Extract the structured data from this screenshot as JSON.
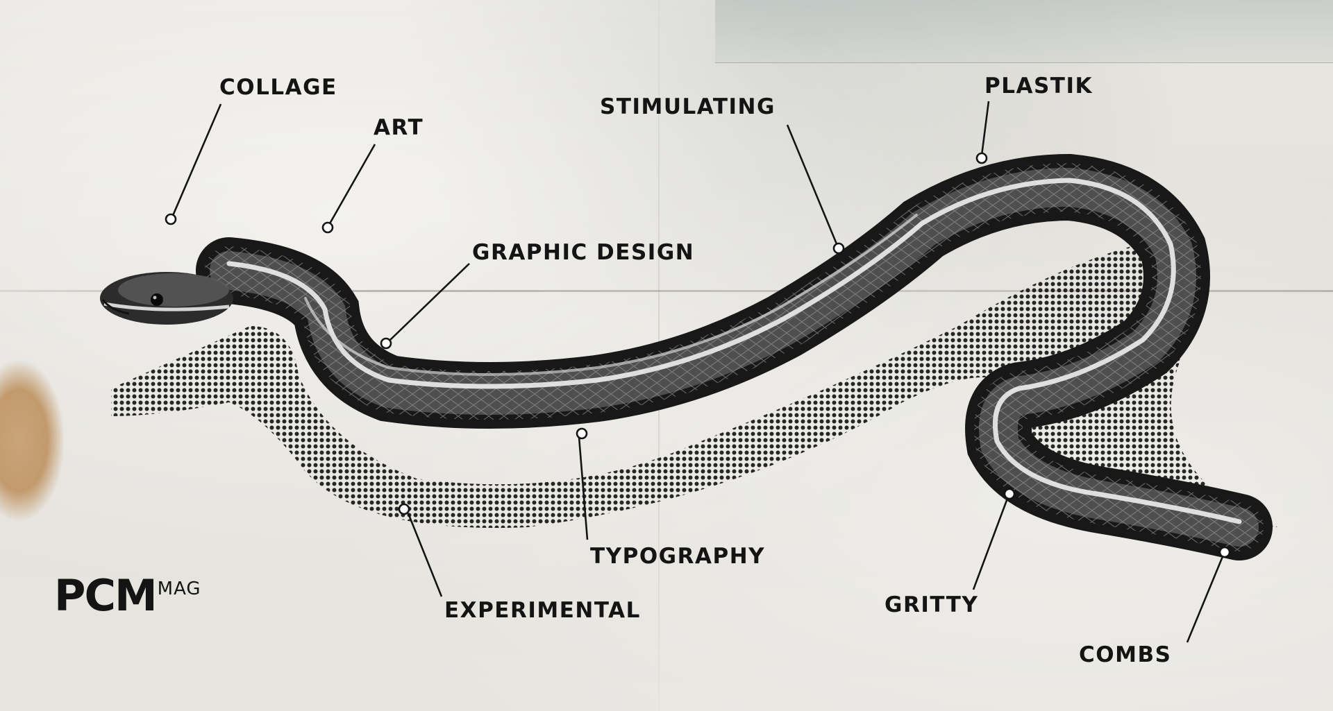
{
  "labels": {
    "collage": "COLLAGE",
    "art": "ART",
    "stimulating": "STIMULATING",
    "plastik": "PLASTIK",
    "graphic_design": "GRAPHIC DESIGN",
    "typography": "TYPOGRAPHY",
    "experimental": "EXPERIMENTAL",
    "gritty": "GRITTY",
    "combs": "COMBS"
  },
  "logo": {
    "main": "PCM",
    "sup": "MAG"
  },
  "colors": {
    "ink": "#141414",
    "paper": "#e6e4df",
    "stain": "#c29a6d"
  }
}
